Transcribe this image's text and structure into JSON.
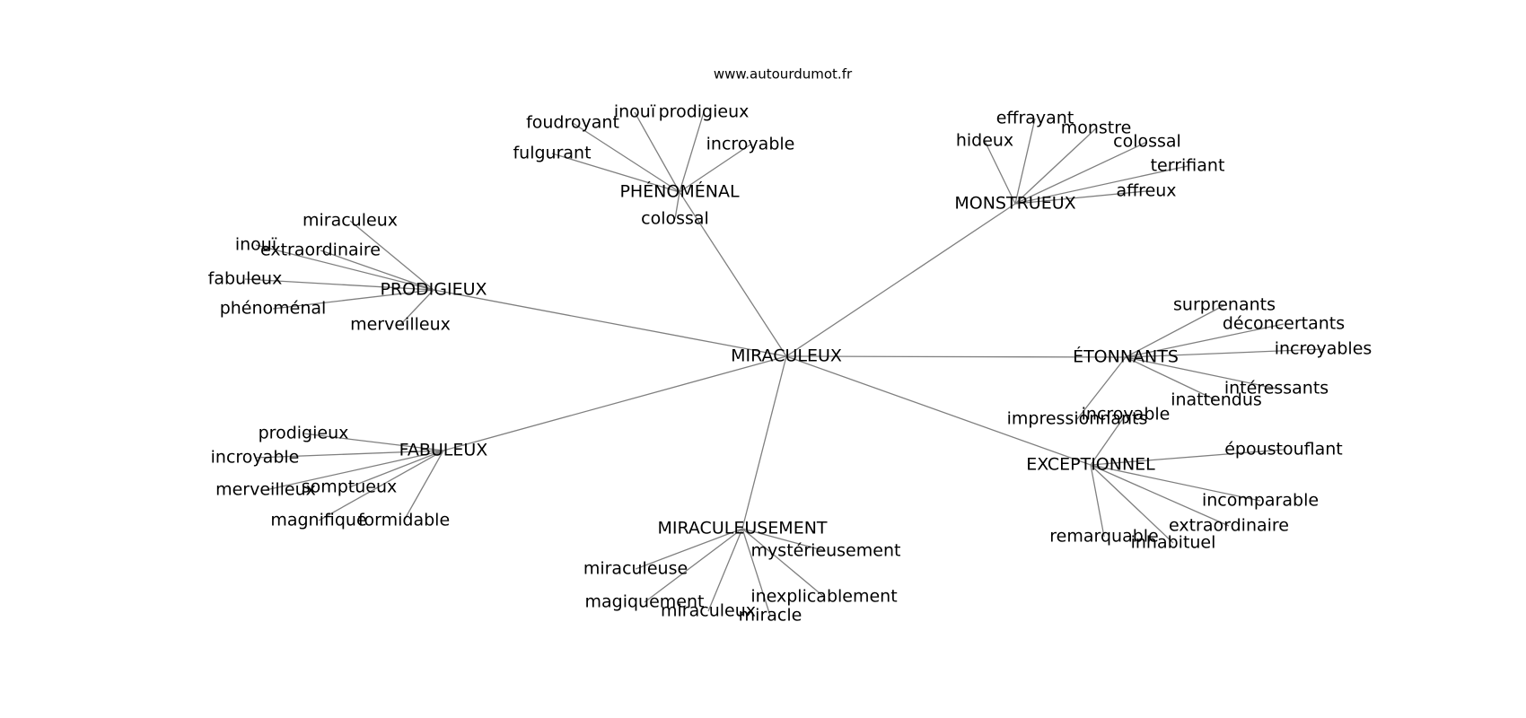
{
  "source": "www.autourdumot.fr",
  "graph": {
    "center": "MIRACULEUX",
    "clusters": [
      {
        "label": "PHÉNOMÉNAL",
        "leaves": [
          "foudroyant",
          "inouï",
          "prodigieux",
          "incroyable",
          "fulgurant",
          "colossal"
        ]
      },
      {
        "label": "MONSTRUEUX",
        "leaves": [
          "effrayant",
          "monstre",
          "colossal",
          "terrifiant",
          "affreux",
          "hideux"
        ]
      },
      {
        "label": "PRODIGIEUX",
        "leaves": [
          "miraculeux",
          "inouï",
          "extraordinaire",
          "fabuleux",
          "phénoménal",
          "merveilleux"
        ]
      },
      {
        "label": "ÉTONNANTS",
        "leaves": [
          "surprenants",
          "déconcertants",
          "incroyables",
          "intéressants",
          "inattendus",
          "impressionnants"
        ]
      },
      {
        "label": "FABULEUX",
        "leaves": [
          "prodigieux",
          "incroyable",
          "somptueux",
          "merveilleux",
          "magnifique",
          "formidable"
        ]
      },
      {
        "label": "EXCEPTIONNEL",
        "leaves": [
          "incroyable",
          "époustouflant",
          "incomparable",
          "extraordinaire",
          "inhabituel",
          "remarquable"
        ]
      },
      {
        "label": "MIRACULEUSEMENT",
        "leaves": [
          "mystérieusement",
          "miraculeuse",
          "magiquement",
          "inexplicablement",
          "miraculeux",
          "miracle"
        ]
      }
    ]
  }
}
